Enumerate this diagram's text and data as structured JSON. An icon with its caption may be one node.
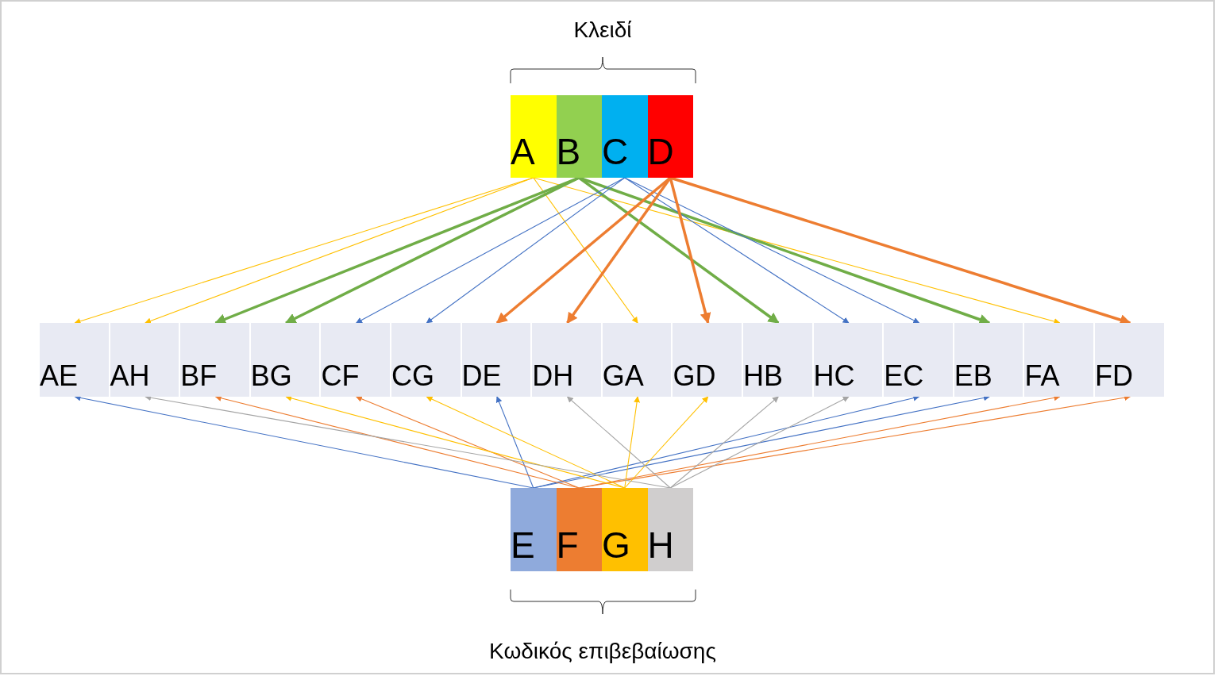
{
  "diagram": {
    "nodes": [
      {
        "text": [
          "A"
        ]
      },
      {
        "text": [
          "B"
        ]
      },
      {
        "text": [
          "C"
        ]
      },
      {
        "text": [
          "D"
        ]
      },
      {
        "text": [
          "AE"
        ]
      },
      {
        "text": [
          "AH"
        ]
      },
      {
        "text": [
          "BF"
        ]
      },
      {
        "text": [
          "BG"
        ]
      },
      {
        "text": [
          "CF"
        ]
      },
      {
        "text": [
          "CG"
        ]
      },
      {
        "text": [
          "DE"
        ]
      },
      {
        "text": [
          "DH"
        ]
      },
      {
        "text": [
          "GA"
        ]
      },
      {
        "text": [
          "GD"
        ]
      },
      {
        "text": [
          "HB"
        ]
      },
      {
        "text": [
          "HC"
        ]
      },
      {
        "text": [
          "EC"
        ]
      },
      {
        "text": [
          "EB"
        ]
      },
      {
        "text": [
          "FA"
        ]
      },
      {
        "text": [
          "FD"
        ]
      },
      {
        "text": [
          "E"
        ]
      },
      {
        "text": [
          "F"
        ]
      },
      {
        "text": [
          "G"
        ]
      },
      {
        "text": [
          "H"
        ]
      }
    ],
    "edges": [
      {
        "from": 0,
        "to": 4,
        "arrow": "to",
        "color": "#ffc000"
      },
      {
        "from": 0,
        "to": 5,
        "arrow": "to",
        "color": "#ffc000"
      },
      {
        "from": 0,
        "to": 12,
        "arrow": "to",
        "color": "#ffc000"
      },
      {
        "from": 0,
        "to": 18,
        "arrow": "to",
        "color": "#ffc000"
      },
      {
        "from": 1,
        "to": 6,
        "arrow": "to",
        "color": "#70ad47",
        "style": "thick"
      },
      {
        "from": 1,
        "to": 7,
        "arrow": "to",
        "color": "#70ad47",
        "style": "thick"
      },
      {
        "from": 1,
        "to": 14,
        "arrow": "to",
        "color": "#70ad47",
        "style": "thick"
      },
      {
        "from": 1,
        "to": 17,
        "arrow": "to",
        "color": "#70ad47",
        "style": "thick"
      },
      {
        "from": 2,
        "to": 8,
        "arrow": "to",
        "color": "#4472c4"
      },
      {
        "from": 2,
        "to": 9,
        "arrow": "to",
        "color": "#4472c4"
      },
      {
        "from": 2,
        "to": 15,
        "arrow": "to",
        "color": "#4472c4"
      },
      {
        "from": 2,
        "to": 16,
        "arrow": "to",
        "color": "#4472c4"
      },
      {
        "from": 3,
        "to": 10,
        "arrow": "to",
        "color": "#ed7d31",
        "style": "thick"
      },
      {
        "from": 3,
        "to": 11,
        "arrow": "to",
        "color": "#ed7d31",
        "style": "thick"
      },
      {
        "from": 3,
        "to": 13,
        "arrow": "to",
        "color": "#ed7d31",
        "style": "thick"
      },
      {
        "from": 3,
        "to": 19,
        "arrow": "to",
        "color": "#ed7d31",
        "style": "thick"
      },
      {
        "from": 20,
        "to": 4,
        "arrow": "to",
        "color": "#4472c4"
      },
      {
        "from": 20,
        "to": 10,
        "arrow": "to",
        "color": "#4472c4"
      },
      {
        "from": 20,
        "to": 16,
        "arrow": "to",
        "color": "#4472c4"
      },
      {
        "from": 20,
        "to": 17,
        "arrow": "to",
        "color": "#4472c4"
      },
      {
        "from": 21,
        "to": 6,
        "arrow": "to",
        "color": "#ed7d31"
      },
      {
        "from": 21,
        "to": 8,
        "arrow": "to",
        "color": "#ed7d31"
      },
      {
        "from": 21,
        "to": 18,
        "arrow": "to",
        "color": "#ed7d31"
      },
      {
        "from": 21,
        "to": 19,
        "arrow": "to",
        "color": "#ed7d31"
      },
      {
        "from": 22,
        "to": 7,
        "arrow": "to",
        "color": "#ffc000"
      },
      {
        "from": 22,
        "to": 9,
        "arrow": "to",
        "color": "#ffc000"
      },
      {
        "from": 22,
        "to": 12,
        "arrow": "to",
        "color": "#ffc000"
      },
      {
        "from": 22,
        "to": 13,
        "arrow": "to",
        "color": "#ffc000"
      },
      {
        "from": 23,
        "to": 5,
        "arrow": "to",
        "color": "#a5a5a5"
      },
      {
        "from": 23,
        "to": 11,
        "arrow": "to",
        "color": "#a5a5a5"
      },
      {
        "from": 23,
        "to": 14,
        "arrow": "to",
        "color": "#a5a5a5"
      },
      {
        "from": 23,
        "to": 15,
        "arrow": "to",
        "color": "#a5a5a5"
      }
    ],
    "labels": [
      "Κλειδί",
      "Κωδικός επιβεβαίωσης"
    ]
  }
}
